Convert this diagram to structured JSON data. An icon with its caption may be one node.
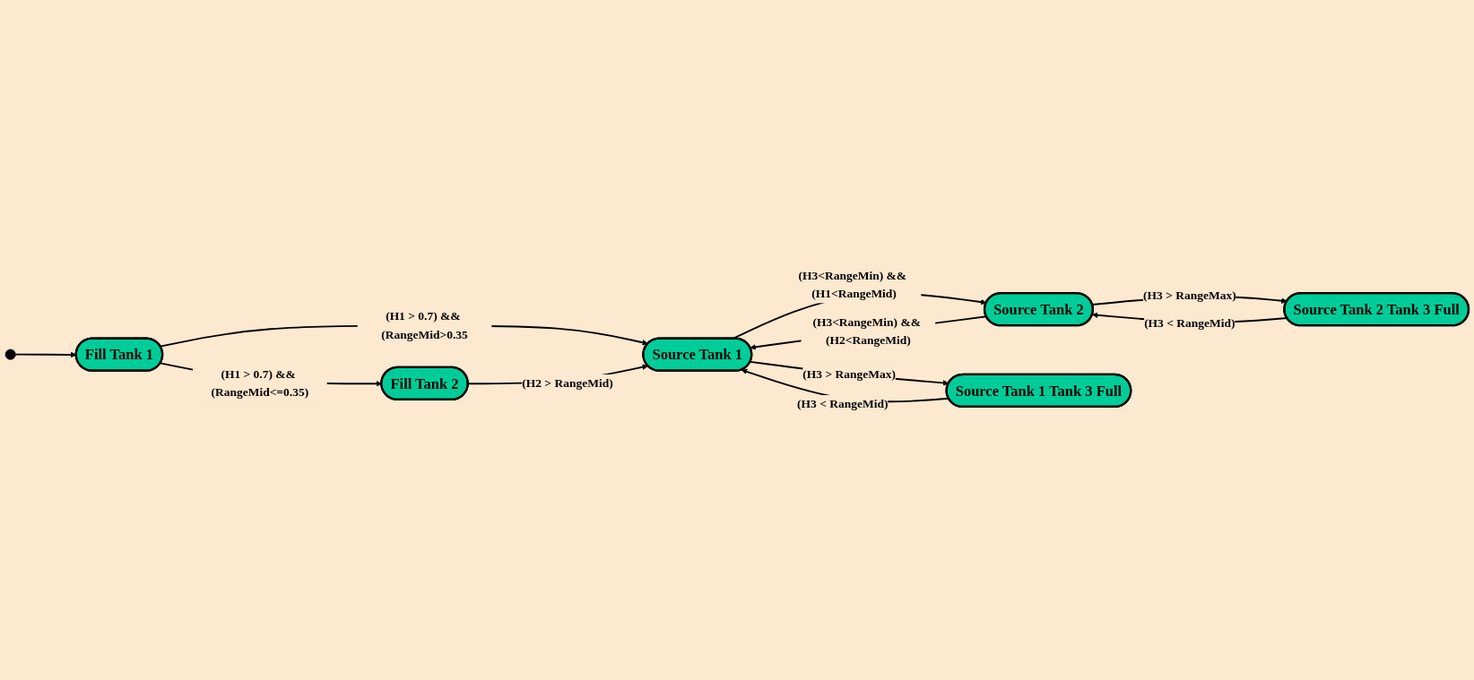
{
  "diagram": {
    "nodes": [
      {
        "text": [],
        "shape": "circle"
      },
      {
        "text": [
          "Fill Tank 1"
        ]
      },
      {
        "text": [
          "Fill Tank 2"
        ]
      },
      {
        "text": [
          "Source Tank 1"
        ]
      },
      {
        "text": [
          "Source Tank 2"
        ]
      },
      {
        "text": [
          "Source Tank 1 Tank 3 Full"
        ]
      },
      {
        "text": [
          "Source Tank 2 Tank 3 Full"
        ]
      }
    ],
    "edges": [
      {
        "from": 0,
        "to": 1,
        "arrow": "to"
      },
      {
        "from": 1,
        "to": 2,
        "arrow": "to",
        "label": "(H1 > 0.7) && (RangeMid<=0.35)"
      },
      {
        "from": 1,
        "to": 3,
        "arrow": "to",
        "label": "(H1 > 0.7) && (RangeMid>0.35"
      },
      {
        "from": 2,
        "to": 3,
        "arrow": "to",
        "label": "(H2 > RangeMid)"
      },
      {
        "from": 3,
        "to": 4,
        "arrow": "to",
        "label": "(H3<RangeMin) && (H1<RangeMid)"
      },
      {
        "from": 4,
        "to": 3,
        "arrow": "to",
        "label": "(H3<RangeMin) && (H2<RangeMid)"
      },
      {
        "from": 3,
        "to": 5,
        "arrow": "to",
        "label": "(H3 > RangeMax)"
      },
      {
        "from": 5,
        "to": 3,
        "arrow": "to",
        "label": "(H3 < RangeMid)"
      },
      {
        "from": 4,
        "to": 6,
        "arrow": "to",
        "label": "(H3 > RangeMax)"
      },
      {
        "from": 6,
        "to": 4,
        "arrow": "to",
        "label": "(H3 < RangeMid)"
      }
    ]
  }
}
